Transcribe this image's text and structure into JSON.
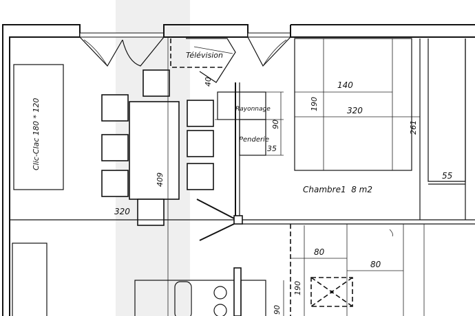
{
  "labels": {
    "sofa": "Clic-Clac 180 * 120",
    "tv": "Télévision",
    "tv_dim": "40",
    "shelving": "Rayonnage",
    "hanging": "Penderie",
    "shelf_dim_90": "90",
    "shelf_dim_35": "35",
    "bed_width": "140",
    "bed_length": "190",
    "room_width": "320",
    "room_height": "261",
    "closet_dim": "55",
    "bedroom": "Chambre1  8 m2",
    "table_dim": "409",
    "living_width": "320",
    "lower_dim_80a": "80",
    "lower_dim_80b": "80",
    "lower_dim_190": "190",
    "lower_dim_90": "90"
  }
}
